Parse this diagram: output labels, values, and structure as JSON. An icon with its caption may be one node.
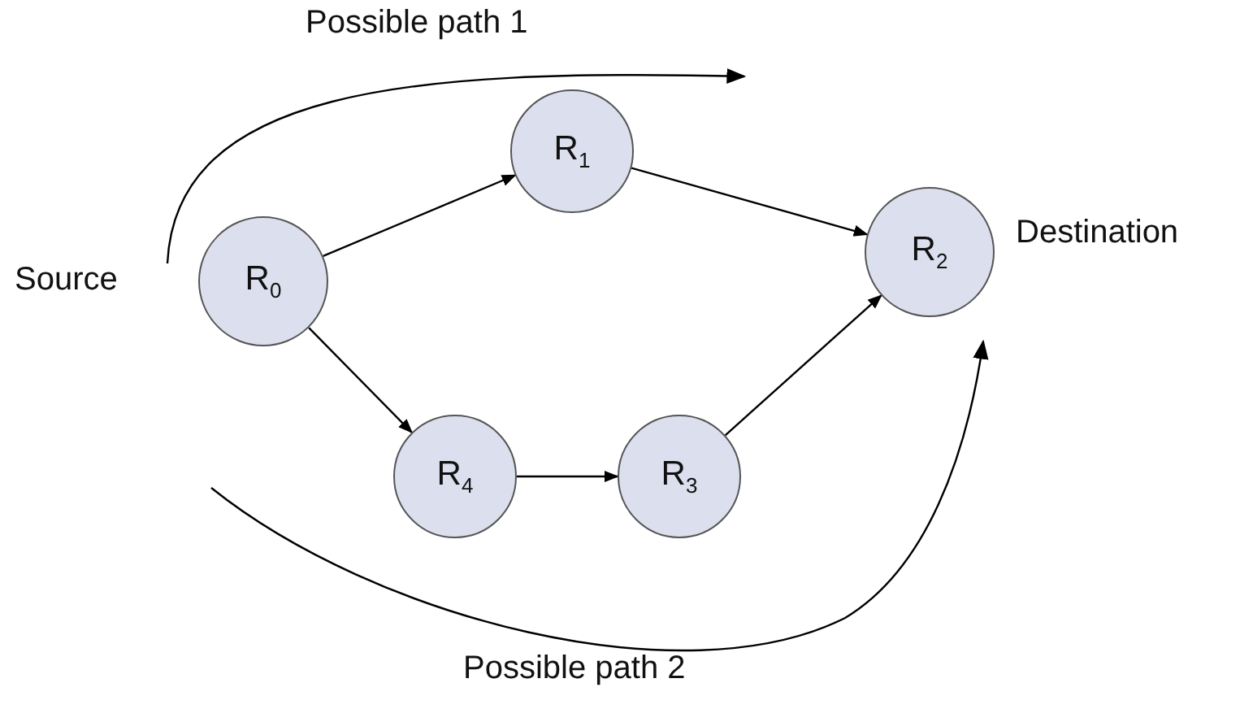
{
  "diagram": {
    "nodes": [
      {
        "text": [
          "R$_{0}$"
        ],
        "beside": [
          "Source"
        ]
      },
      {
        "text": [
          "R$_{1}$"
        ]
      },
      {
        "text": [
          "R$_{2}$"
        ],
        "beside": [
          "Destination"
        ]
      },
      {
        "text": [
          "R$_{4}$"
        ]
      },
      {
        "text": [
          "R$_{3}$"
        ]
      }
    ],
    "edges": [
      {
        "from": 0,
        "to": 1,
        "arrow": "to"
      },
      {
        "from": 1,
        "to": 2,
        "arrow": "to"
      },
      {
        "from": 0,
        "to": 3,
        "arrow": "to"
      },
      {
        "from": 3,
        "to": 4,
        "arrow": "to"
      },
      {
        "from": 4,
        "to": 2,
        "arrow": "to"
      }
    ],
    "labels": [
      "Possible path 1",
      "Possible path 2"
    ]
  }
}
